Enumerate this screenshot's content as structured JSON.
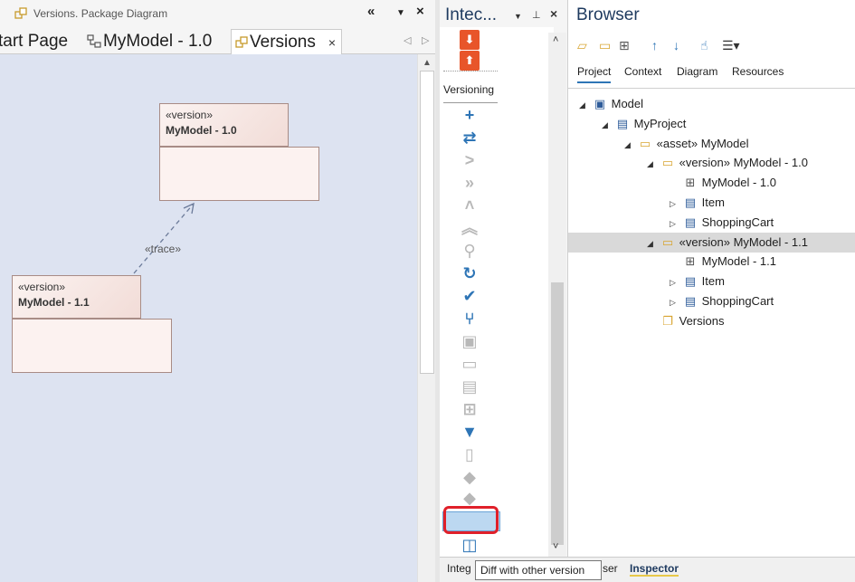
{
  "diagram_window": {
    "title": "Versions.  Package Diagram",
    "tabs": [
      {
        "label": "tart Page",
        "active": false
      },
      {
        "label": "MyModel - 1.0",
        "active": false
      },
      {
        "label": "Versions",
        "active": true
      }
    ],
    "tab_close": "×",
    "controls": {
      "collapse": "«",
      "menu": "▼",
      "close": "×"
    },
    "nav": {
      "prev": "◁",
      "next": "▷"
    },
    "packages": [
      {
        "stereotype": "«version»",
        "name": "MyModel - 1.0"
      },
      {
        "stereotype": "«version»",
        "name": "MyModel - 1.1"
      }
    ],
    "connector_label": "«trace»"
  },
  "integration": {
    "title": "Intec...",
    "section": "Versioning",
    "controls": {
      "menu": "▼",
      "pin": "⊥",
      "close": "×"
    },
    "tools": [
      {
        "icon": "save-icon",
        "glyph": "⬇",
        "style": "orange"
      },
      {
        "icon": "upload-icon",
        "glyph": "⬆",
        "style": "orange"
      },
      {
        "icon": "add-icon",
        "glyph": "+",
        "style": "blue"
      },
      {
        "icon": "swap-icon",
        "glyph": "⇄",
        "style": "blue"
      },
      {
        "icon": "next-icon",
        "glyph": ">",
        "style": "grey"
      },
      {
        "icon": "fast-forward-icon",
        "glyph": "»",
        "style": "grey"
      },
      {
        "icon": "up-icon",
        "glyph": "˄",
        "style": "grey"
      },
      {
        "icon": "double-up-icon",
        "glyph": "︽",
        "style": "grey"
      },
      {
        "icon": "key-icon",
        "glyph": "⚲",
        "style": "grey"
      },
      {
        "icon": "refresh-icon",
        "glyph": "↻",
        "style": "blue"
      },
      {
        "icon": "check-icon",
        "glyph": "✔",
        "style": "blue"
      },
      {
        "icon": "branch-icon",
        "glyph": "⑂",
        "style": "blue"
      },
      {
        "icon": "package-icon",
        "glyph": "▣",
        "style": "grey"
      },
      {
        "icon": "folder-open-icon",
        "glyph": "▭",
        "style": "grey"
      },
      {
        "icon": "clipboard-icon",
        "glyph": "▤",
        "style": "grey"
      },
      {
        "icon": "hierarchy-icon",
        "glyph": "⊞",
        "style": "grey"
      },
      {
        "icon": "bookmark-icon",
        "glyph": "▼",
        "style": "blue"
      },
      {
        "icon": "document-icon",
        "glyph": "▯",
        "style": "grey"
      },
      {
        "icon": "tag-icon",
        "glyph": "◆",
        "style": "grey"
      },
      {
        "icon": "tags-icon",
        "glyph": "◆",
        "style": "grey"
      },
      {
        "icon": "diff-icon",
        "glyph": "❐",
        "style": "blue"
      },
      {
        "icon": "columns-icon",
        "glyph": "◫",
        "style": "blue"
      }
    ],
    "bottom_tabs": [
      "Integ",
      "ser",
      "Inspector"
    ],
    "tooltip": "Diff with other version"
  },
  "browser": {
    "title": "Browser",
    "tabs": [
      "Project",
      "Context",
      "Diagram",
      "Resources"
    ],
    "active_tab": "Project",
    "tree": [
      {
        "label": "Model",
        "depth": 0,
        "expander": "◢",
        "icon": "model-icon"
      },
      {
        "label": "MyProject",
        "depth": 1,
        "expander": "◢",
        "icon": "package-icon"
      },
      {
        "label": "«asset» MyModel",
        "depth": 2,
        "expander": "◢",
        "icon": "folder-icon"
      },
      {
        "label": "«version» MyModel - 1.0",
        "depth": 3,
        "expander": "◢",
        "icon": "folder-icon"
      },
      {
        "label": "MyModel - 1.0",
        "depth": 4,
        "expander": "",
        "icon": "diagram-icon"
      },
      {
        "label": "Item",
        "depth": 4,
        "expander": "▷",
        "icon": "class-icon"
      },
      {
        "label": "ShoppingCart",
        "depth": 4,
        "expander": "▷",
        "icon": "class-icon"
      },
      {
        "label": "«version» MyModel - 1.1",
        "depth": 3,
        "expander": "◢",
        "icon": "folder-icon",
        "selected": true
      },
      {
        "label": "MyModel - 1.1",
        "depth": 4,
        "expander": "",
        "icon": "diagram-icon"
      },
      {
        "label": "Item",
        "depth": 4,
        "expander": "▷",
        "icon": "class-icon"
      },
      {
        "label": "ShoppingCart",
        "depth": 4,
        "expander": "▷",
        "icon": "class-icon"
      },
      {
        "label": "Versions",
        "depth": 3,
        "expander": "",
        "icon": "package-diagram-icon"
      }
    ]
  },
  "colors": {
    "canvas": "#dde3f1",
    "accent": "#2e75b6",
    "highlight": "#e0202a"
  }
}
